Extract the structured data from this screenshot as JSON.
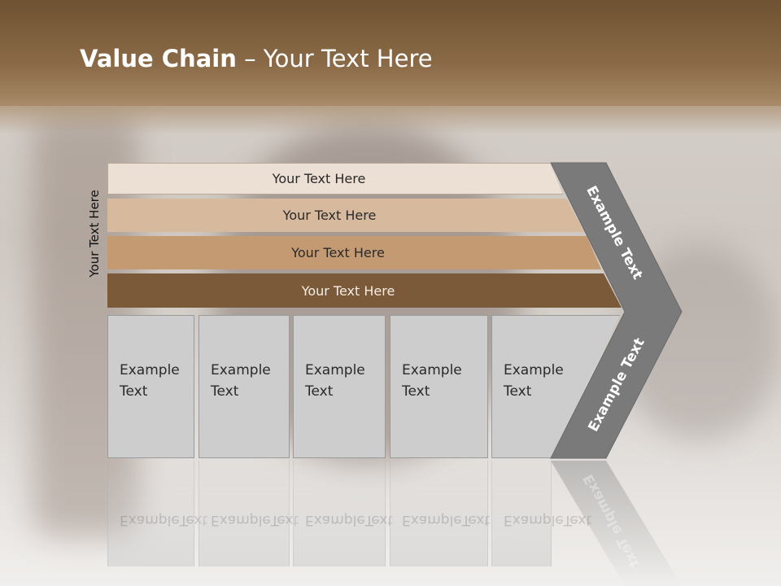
{
  "title": {
    "bold": "Value Chain",
    "rest": " – Your Text Here"
  },
  "side_label": "Your Text Here",
  "bars": [
    {
      "label": "Your Text Here"
    },
    {
      "label": "Your Text Here"
    },
    {
      "label": "Your Text Here"
    },
    {
      "label": "Your Text Here"
    }
  ],
  "boxes": [
    {
      "line1": "Example",
      "line2": "Text"
    },
    {
      "line1": "Example",
      "line2": "Text"
    },
    {
      "line1": "Example",
      "line2": "Text"
    },
    {
      "line1": "Example",
      "line2": "Text"
    },
    {
      "line1": "Example",
      "line2": "Text"
    }
  ],
  "arrow": {
    "upper": "Example Text",
    "lower": "Example Text"
  },
  "colors": {
    "header": "#7a5a38",
    "bar1": "#ecdfd4",
    "bar2": "#d7b99d",
    "bar3": "#c49a72",
    "bar4": "#7b5a3a",
    "box": "#cdcdcd",
    "arrow": "#7a7a7a"
  }
}
